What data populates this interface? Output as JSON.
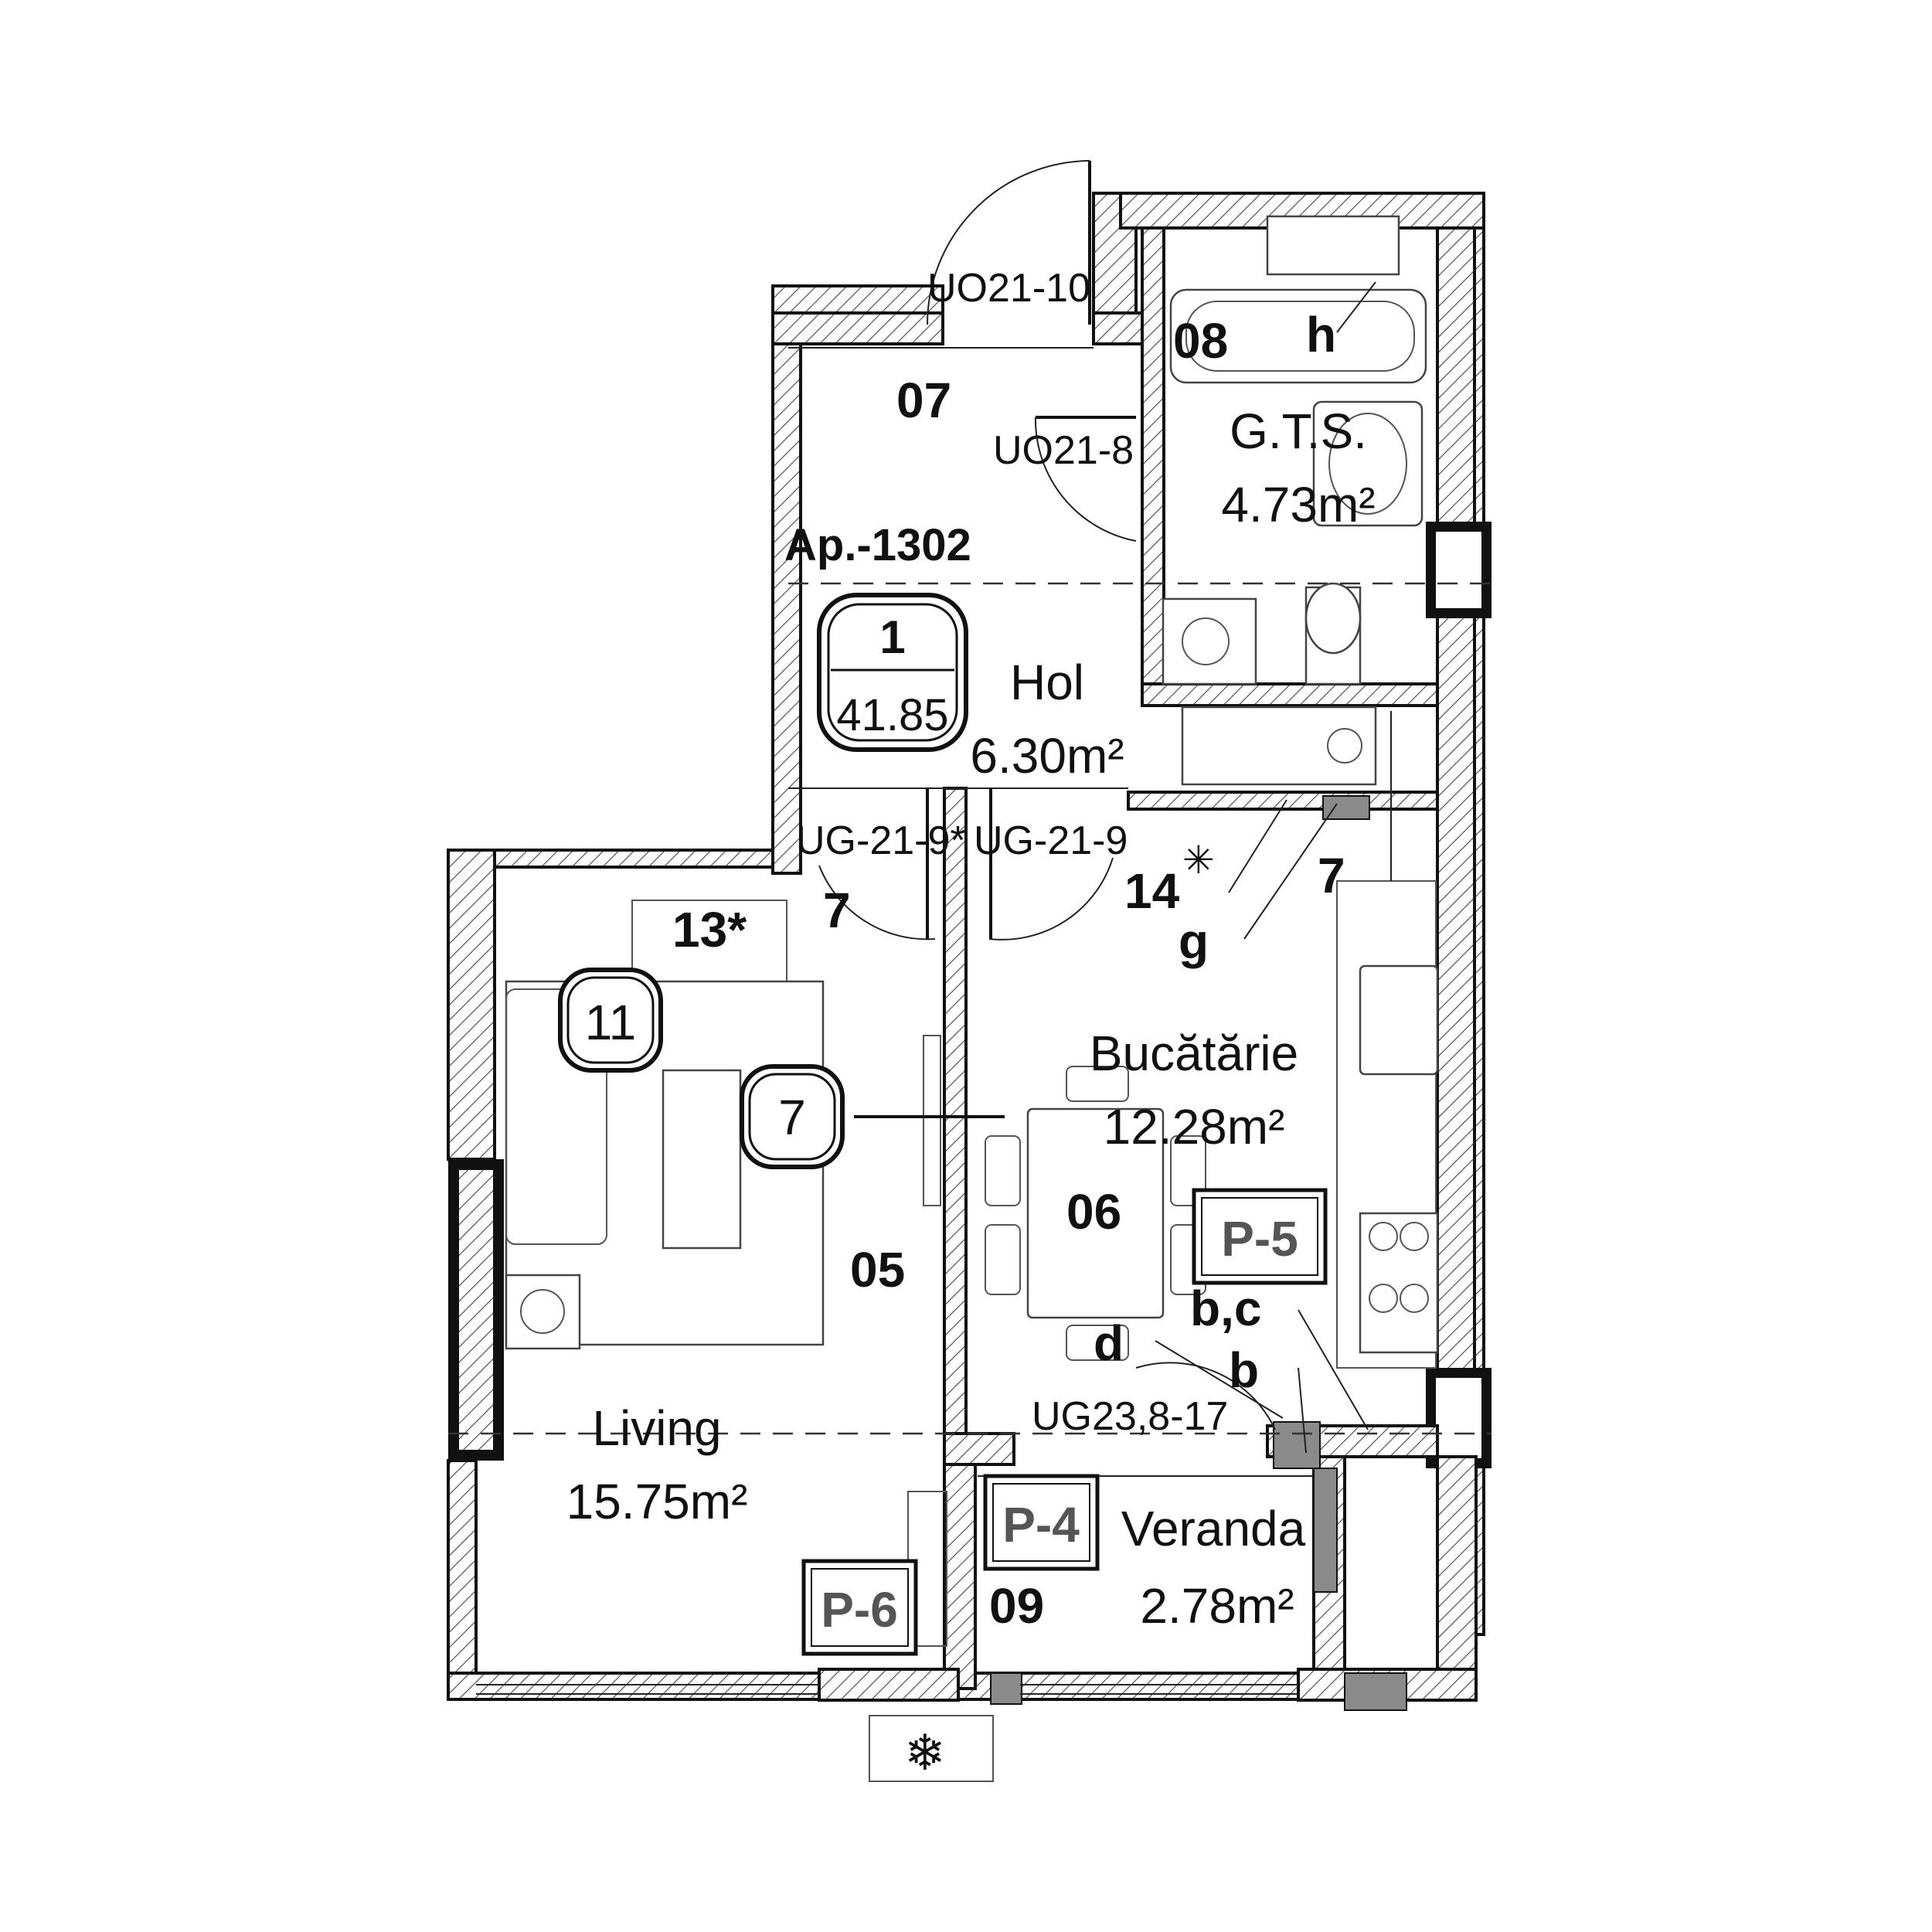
{
  "apartment": {
    "code": "Ap.-1302",
    "rooms": "1",
    "area": "41.85"
  },
  "rooms": {
    "hol": {
      "name": "Hol",
      "area": "6.30m²"
    },
    "gts": {
      "name": "G.T.S.",
      "area": "4.73m²"
    },
    "bucatarie": {
      "name": "Bucătărie",
      "area": "12.28m²"
    },
    "living": {
      "name": "Living",
      "area": "15.75m²"
    },
    "veranda": {
      "name": "Veranda",
      "area": "2.78m²"
    }
  },
  "room_numbers": {
    "r05": "05",
    "r06": "06",
    "r07": "07",
    "r08": "08",
    "r09": "09"
  },
  "doors": {
    "entrance": "UO21-10",
    "bath": "UO21-8",
    "living": "UG-21-9*",
    "kitchen": "UG-21-9",
    "veranda": "UG23,8-17"
  },
  "panels": {
    "p4": "P-4",
    "p5": "P-5",
    "p6": "P-6"
  },
  "markers": {
    "m13": "13*",
    "m14": "14",
    "m7a": "7",
    "m7b": "7",
    "circle11": "11",
    "circle7": "7",
    "h": "h",
    "g": "g",
    "d": "d",
    "bc": "b,c",
    "b": "b"
  }
}
